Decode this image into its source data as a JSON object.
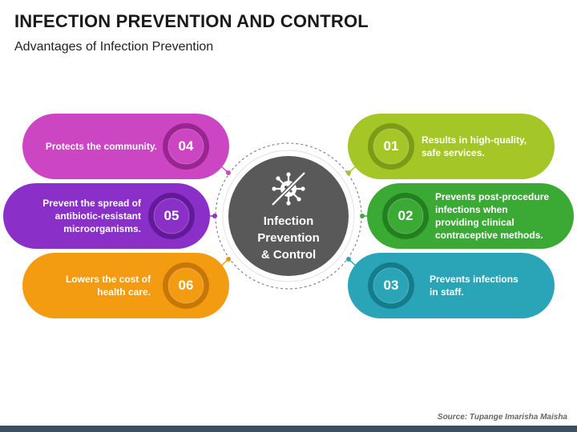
{
  "title": "INFECTION PREVENTION AND CONTROL",
  "subtitle": "Advantages of Infection Prevention",
  "center": {
    "label": "Infection\nPrevention\n& Control",
    "icon": "virus-blocked-icon",
    "color": "#595959"
  },
  "items": [
    {
      "num": "01",
      "text": "Results in high-quality,\nsafe services.",
      "color": "#a4c627",
      "dark": "#7d9b14"
    },
    {
      "num": "02",
      "text": "Prevents post-procedure\ninfections when\nproviding clinical\ncontraceptive methods.",
      "color": "#3aaa35",
      "dark": "#23801f"
    },
    {
      "num": "03",
      "text": "Prevents infections\nin staff.",
      "color": "#2aa5b8",
      "dark": "#137d8e"
    },
    {
      "num": "04",
      "text": "Protects the community.",
      "color": "#cc45c3",
      "dark": "#9a2491"
    },
    {
      "num": "05",
      "text": "Prevent the spread of\nantibiotic-resistant\nmicroorganisms.",
      "color": "#8b2fc9",
      "dark": "#631a9a"
    },
    {
      "num": "06",
      "text": "Lowers the cost of\nhealth care.",
      "color": "#f39c12",
      "dark": "#c87706"
    }
  ],
  "source": "Source: Tupange Imarisha Maisha"
}
